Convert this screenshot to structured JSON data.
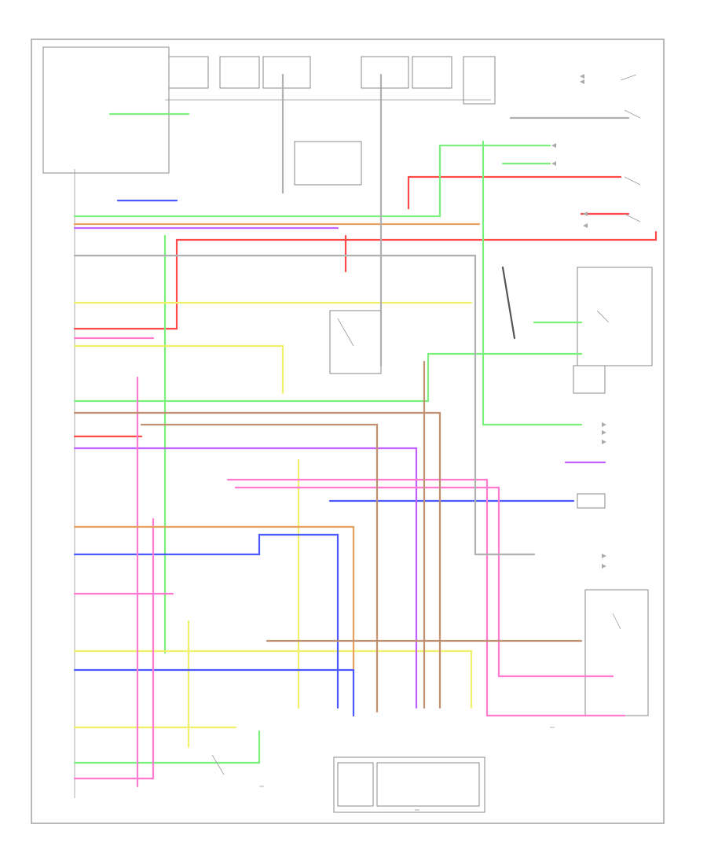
{
  "figure": {
    "frame_label": "",
    "footer_code": ""
  },
  "colors": {
    "red": "#ff4a4a",
    "green": "#7cf07c",
    "yellow": "#f0f06a",
    "blue": "#4a5aff",
    "pink": "#ff7ad0",
    "violet": "#c060ff",
    "orange": "#e8a060",
    "brown": "#c09070",
    "tan": "#d8c890",
    "gray": "#b0b0b0",
    "black": "#555555"
  },
  "icons": [
    "ground-symbol",
    "switch-symbol",
    "solenoid-symbol",
    "connector-arrow",
    "sensor-symbol"
  ]
}
